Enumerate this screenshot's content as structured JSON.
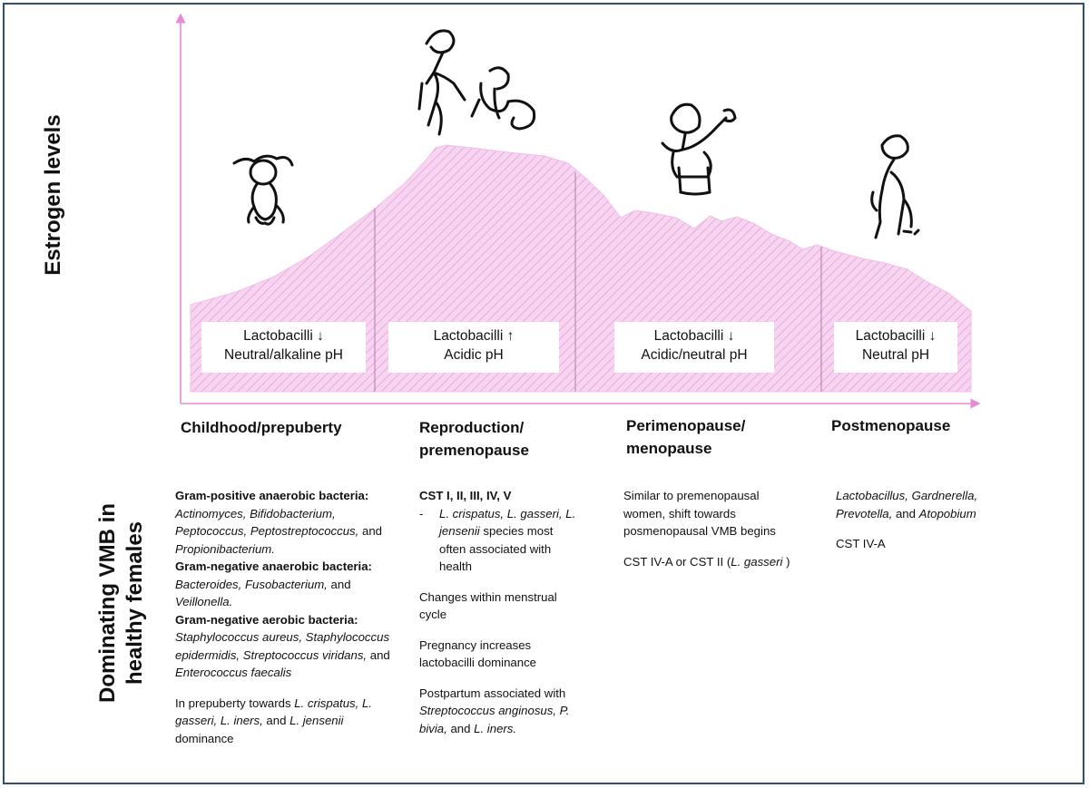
{
  "chart_data": {
    "type": "area",
    "ylabel": "Estrogen levels",
    "x_phases": [
      "Childhood/prepuberty",
      "Reproduction/premenopause",
      "Perimenopause/menopause",
      "Postmenopause"
    ],
    "curve_description": "relative estrogen level rising through childhood, peaking in reproduction, declining through perimenopause and postmenopause",
    "area_color": "#f4c6ec"
  },
  "axis": {
    "y_label": "Estrogen levels"
  },
  "bottom_label": {
    "line1": "Dominating VMB in",
    "line2": "healthy females"
  },
  "stage_boxes": [
    {
      "line1": "Lactobacilli ↓",
      "line2": "Neutral/alkaline pH"
    },
    {
      "line1": "Lactobacilli ↑",
      "line2": "Acidic pH"
    },
    {
      "line1": "Lactobacilli ↓",
      "line2": "Acidic/neutral pH"
    },
    {
      "line1": "Lactobacilli ↓",
      "line2": "Neutral pH"
    }
  ],
  "phases": [
    {
      "title_line1": "Childhood/prepuberty",
      "title_line2": ""
    },
    {
      "title_line1": "Reproduction/",
      "title_line2": "premenopause"
    },
    {
      "title_line1": "Perimenopause/",
      "title_line2": "menopause"
    },
    {
      "title_line1": "Postmenopause",
      "title_line2": ""
    }
  ],
  "columns": {
    "childhood": {
      "gp_heading": "Gram-positive anaerobic bacteria:",
      "gp_list": "Actinomyces, Bifidobacterium, Peptococcus, Peptostreptococcus,",
      "gp_and": "and ",
      "gp_last": "Propionibacterium.",
      "gna_heading": "Gram-negative anaerobic bacteria:",
      "gna_list": "Bacteroides, Fusobacterium,",
      "gna_and": " and ",
      "gna_last": "Veillonella.",
      "gnae_heading": "Gram-negative aerobic bacteria:",
      "gnae_list": "Staphylococcus aureus, Staphylococcus epidermidis, Streptococcus viridans,",
      "gnae_and": " and ",
      "gnae_last": "Enterococcus faecalis",
      "prep_intro": "In prepuberty towards ",
      "prep_sp1": "L. crispatus, L. gasseri, L. iners,",
      "prep_and": " and ",
      "prep_sp2": "L. jensenii",
      "prep_end": " dominance"
    },
    "reproduction": {
      "cst": "CST I, II, III,  IV, V",
      "dash": "-",
      "bullet_species": "L. crispatus, L. gasseri, L. jensenii",
      "bullet_rest": " species most often associated with health",
      "p1": "Changes within menstrual cycle",
      "p2": "Pregnancy increases lactobacilli dominance",
      "p3_intro": "Postpartum associated with ",
      "p3_sp1": "Streptococcus anginosus, P. bivia,",
      "p3_and": " and ",
      "p3_sp2": "L. iners."
    },
    "perimenopause": {
      "p1": "Similar to premenopausal women, shift towards posmenopausal VMB begins",
      "p2_intro": "CST IV-A or CST II (",
      "p2_sp": "L. gasseri ",
      "p2_end": ")"
    },
    "postmenopause": {
      "p1_sp": "Lactobacillus, Gardnerella, Prevotella,",
      "p1_and": " and ",
      "p1_sp2": "Atopobium",
      "p2": "CST IV-A"
    }
  },
  "colors": {
    "axis": "#e889d6",
    "area": "#f4c6ec",
    "hatch": "#e9a6dc",
    "frame": "#2e4f72"
  }
}
